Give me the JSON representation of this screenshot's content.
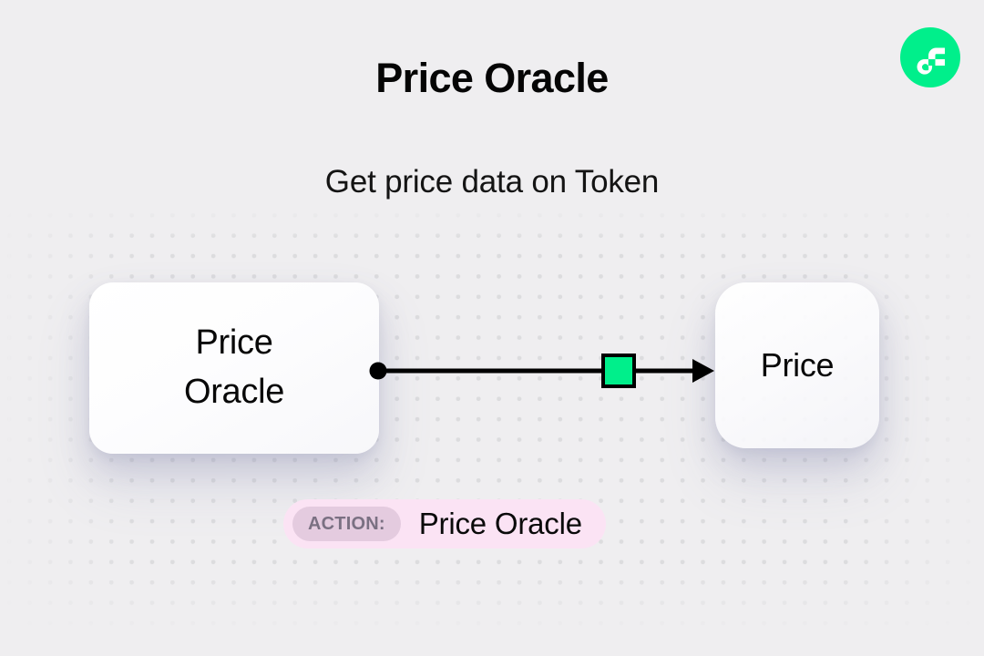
{
  "header": {
    "title": "Price Oracle",
    "subtitle": "Get price data on Token"
  },
  "brand": {
    "logo_icon": "flow-logo-icon",
    "logo_color": "#00ef8b"
  },
  "diagram": {
    "source_node": {
      "label": "Price\nOracle"
    },
    "target_node": {
      "label": "Price"
    },
    "connector": {
      "start_marker_icon": "filled-circle-icon",
      "mid_marker_icon": "green-square-icon",
      "end_marker_icon": "arrowhead-icon",
      "mid_marker_color": "#00ef8b",
      "line_color": "#000000"
    }
  },
  "action_badge": {
    "chip_label": "ACTION:",
    "value": "Price Oracle",
    "background_color": "#fbe3f4",
    "chip_color": "#e4cbdf"
  },
  "canvas": {
    "background_color": "#efeef0",
    "dot_color": "#dcdcde"
  }
}
